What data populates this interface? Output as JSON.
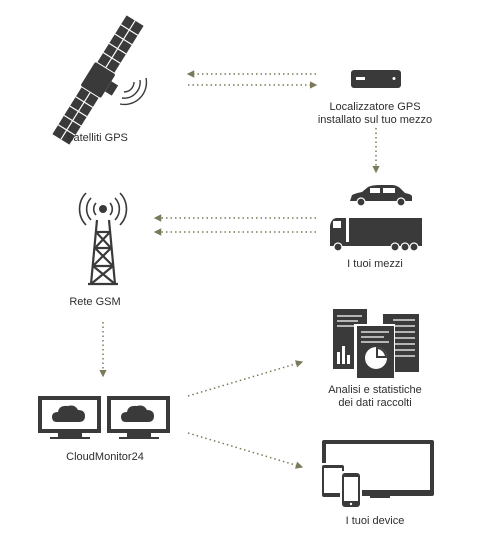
{
  "nodes": {
    "satellite": {
      "label": "Satelliti GPS"
    },
    "tracker": {
      "label_line1": "Localizzatore GPS",
      "label_line2": "installato sul tuo mezzo"
    },
    "vehicles": {
      "label": "I tuoi mezzi"
    },
    "gsm": {
      "label": "Rete GSM"
    },
    "analysis": {
      "label_line1": "Analisi e statistiche",
      "label_line2": "dei dati raccolti"
    },
    "cloud": {
      "label": "CloudMonitor24"
    },
    "devices": {
      "label": "I tuoi device"
    }
  },
  "colors": {
    "icon": "#3a3a3a",
    "arrow": "#7a7a5a",
    "text": "#2e2e2e"
  }
}
